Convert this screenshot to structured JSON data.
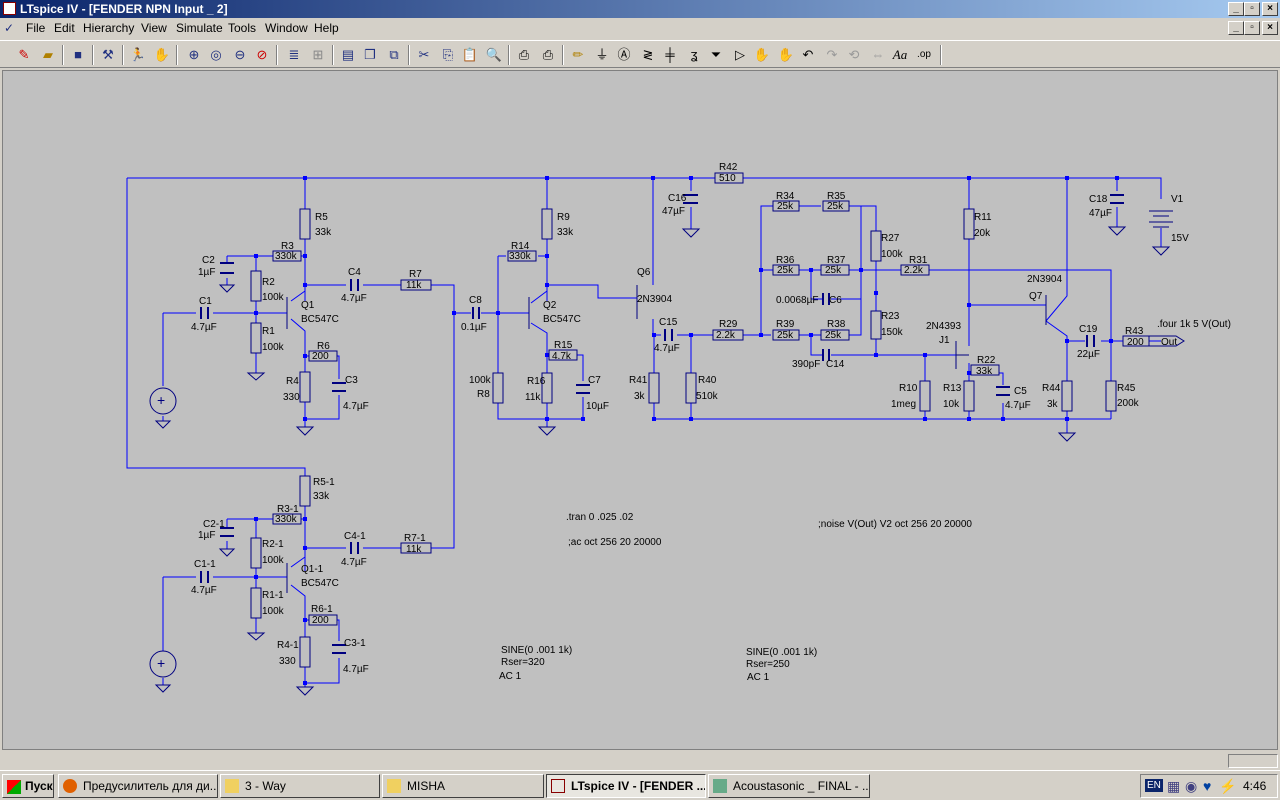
{
  "window": {
    "title": "LTspice IV - [FENDER NPN Input _ 2]"
  },
  "menu": [
    "File",
    "Edit",
    "Hierarchy",
    "View",
    "Simulate",
    "Tools",
    "Window",
    "Help"
  ],
  "toolbar": [
    "new-schematic",
    "open",
    "save",
    "control-panel",
    "run",
    "halt",
    "zoom-in",
    "pan",
    "zoom-out",
    "zoom-cancel",
    "autorange",
    "view-fft",
    "tile",
    "cascade",
    "close-all",
    "cut",
    "copy",
    "paste",
    "find",
    "print-setup",
    "print",
    "draw-wire",
    "ground",
    "label-net",
    "resistor",
    "capacitor",
    "inductor",
    "diode",
    "component",
    "move",
    "drag",
    "undo",
    "redo",
    "rotate",
    "mirror",
    "text",
    "spice-directive"
  ],
  "schematic": {
    "directives": {
      "tran": ".tran 0 .025 .02",
      "ac": ";ac oct 256 20 20000",
      "noise": ";noise V(Out) V2 oct 256 20 20000",
      "four": ".four 1k 5 V(Out)"
    },
    "sources": {
      "v2_line1": "SINE(0 .001 1k)",
      "v2_line2": "Rser=320",
      "v2_line3": "AC 1",
      "v3_line1": "SINE(0 .001 1k)",
      "v3_line2": "Rser=250",
      "v3_line3": "AC 1"
    },
    "labels": {
      "out_flag": "Out"
    },
    "components": [
      {
        "ref": "R5",
        "value": "33k"
      },
      {
        "ref": "R3",
        "value": "330k"
      },
      {
        "ref": "C2",
        "value": "1µF"
      },
      {
        "ref": "R2",
        "value": "100k"
      },
      {
        "ref": "C1",
        "value": "4.7µF"
      },
      {
        "ref": "R1",
        "value": "100k"
      },
      {
        "ref": "Q1",
        "value": "BC547C"
      },
      {
        "ref": "R6",
        "value": "200"
      },
      {
        "ref": "R4",
        "value": "330"
      },
      {
        "ref": "C3",
        "value": "4.7µF"
      },
      {
        "ref": "C4",
        "value": "4.7µF"
      },
      {
        "ref": "R7",
        "value": "11k"
      },
      {
        "ref": "C8",
        "value": "0.1µF"
      },
      {
        "ref": "R8",
        "value": "100k"
      },
      {
        "ref": "R9",
        "value": "33k"
      },
      {
        "ref": "R14",
        "value": "330k"
      },
      {
        "ref": "Q2",
        "value": "BC547C"
      },
      {
        "ref": "R15",
        "value": "4.7k"
      },
      {
        "ref": "R16",
        "value": "11k"
      },
      {
        "ref": "C7",
        "value": "10µF"
      },
      {
        "ref": "Q6",
        "value": "2N3904"
      },
      {
        "ref": "C16",
        "value": "47µF"
      },
      {
        "ref": "R42",
        "value": "510"
      },
      {
        "ref": "C15",
        "value": "4.7µF"
      },
      {
        "ref": "R41",
        "value": "3k"
      },
      {
        "ref": "R40",
        "value": "510k"
      },
      {
        "ref": "R29",
        "value": "2.2k"
      },
      {
        "ref": "R34",
        "value": "25k"
      },
      {
        "ref": "R35",
        "value": "25k"
      },
      {
        "ref": "R36",
        "value": "25k"
      },
      {
        "ref": "R37",
        "value": "25k"
      },
      {
        "ref": "C6",
        "value": "0.0068µF"
      },
      {
        "ref": "R27",
        "value": "100k"
      },
      {
        "ref": "R39",
        "value": "25k"
      },
      {
        "ref": "R38",
        "value": "25k"
      },
      {
        "ref": "C14",
        "value": "390pF"
      },
      {
        "ref": "R23",
        "value": "150k"
      },
      {
        "ref": "R31",
        "value": "2.2k"
      },
      {
        "ref": "R11",
        "value": "20k"
      },
      {
        "ref": "J1",
        "value": "2N4393"
      },
      {
        "ref": "R10",
        "value": "1meg"
      },
      {
        "ref": "R13",
        "value": "10k"
      },
      {
        "ref": "R22",
        "value": "33k"
      },
      {
        "ref": "C5",
        "value": "4.7µF"
      },
      {
        "ref": "Q7",
        "value": "2N3904"
      },
      {
        "ref": "C18",
        "value": "47µF"
      },
      {
        "ref": "V1",
        "value": "15V"
      },
      {
        "ref": "C19",
        "value": "22µF"
      },
      {
        "ref": "R43",
        "value": "200"
      },
      {
        "ref": "R44",
        "value": "3k"
      },
      {
        "ref": "R45",
        "value": "200k"
      },
      {
        "ref": "R5-1",
        "value": "33k"
      },
      {
        "ref": "R3-1",
        "value": "330k"
      },
      {
        "ref": "C2-1",
        "value": "1µF"
      },
      {
        "ref": "R2-1",
        "value": "100k"
      },
      {
        "ref": "C1-1",
        "value": "4.7µF"
      },
      {
        "ref": "R1-1",
        "value": "100k"
      },
      {
        "ref": "Q1-1",
        "value": "BC547C"
      },
      {
        "ref": "R6-1",
        "value": "200"
      },
      {
        "ref": "R4-1",
        "value": "330"
      },
      {
        "ref": "C3-1",
        "value": "4.7µF"
      },
      {
        "ref": "C4-1",
        "value": "4.7µF"
      },
      {
        "ref": "R7-1",
        "value": "11k"
      }
    ]
  },
  "taskbar": {
    "start": "Пуск",
    "tasks": [
      "Предусилитель для ди...",
      "3 - Way",
      "MISHA",
      "LTspice IV - [FENDER ...",
      "Acoustasonic _ FINAL - ..."
    ],
    "lang": "EN",
    "clock": "4:46"
  },
  "colors": {
    "wire": "#0000ff",
    "component": "#000080",
    "title_start": "#0a246a",
    "title_end": "#a6caf0",
    "canvas": "#c0c0c0"
  }
}
